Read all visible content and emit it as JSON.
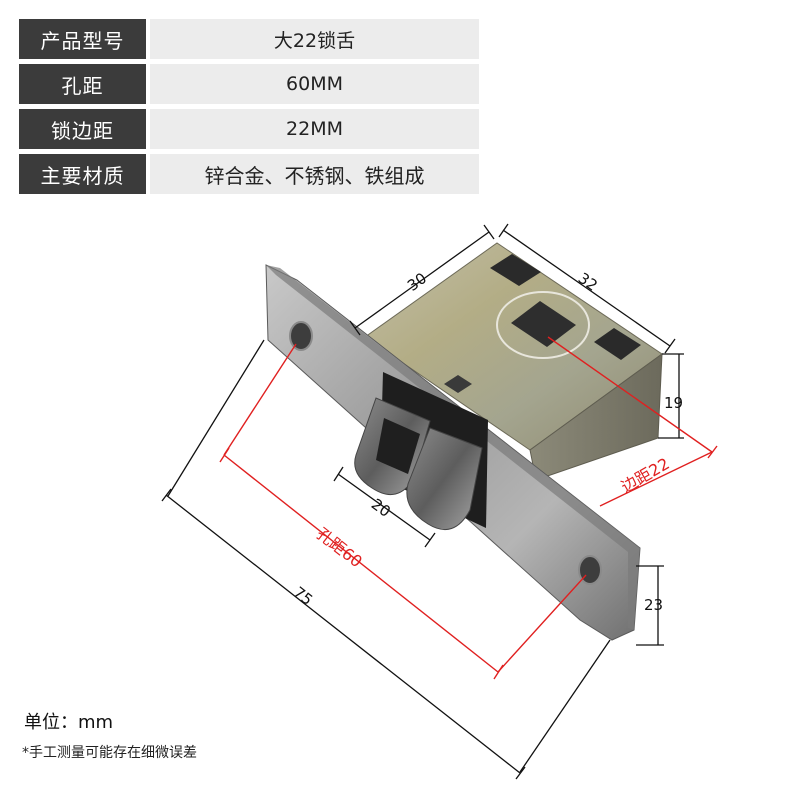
{
  "specs": [
    {
      "label": "产品型号",
      "value": "大22锁舌"
    },
    {
      "label": "孔距",
      "value": "60MM"
    },
    {
      "label": "锁边距",
      "value": "22MM"
    },
    {
      "label": "主要材质",
      "value": "锌合金、不锈钢、铁组成"
    }
  ],
  "dimensions": {
    "total_length": "75",
    "hole_spacing": "孔距60",
    "edge_distance": "边距22",
    "body_depth": "30",
    "body_width": "32",
    "body_height": "19",
    "latch_width": "20",
    "plate_width": "23"
  },
  "footnotes": {
    "unit": "单位：mm",
    "note": "*手工测量可能存在细微误差"
  },
  "colors": {
    "label_bg": "#3b3b3b",
    "value_bg": "#ececec",
    "dimension_red": "#e02020"
  }
}
